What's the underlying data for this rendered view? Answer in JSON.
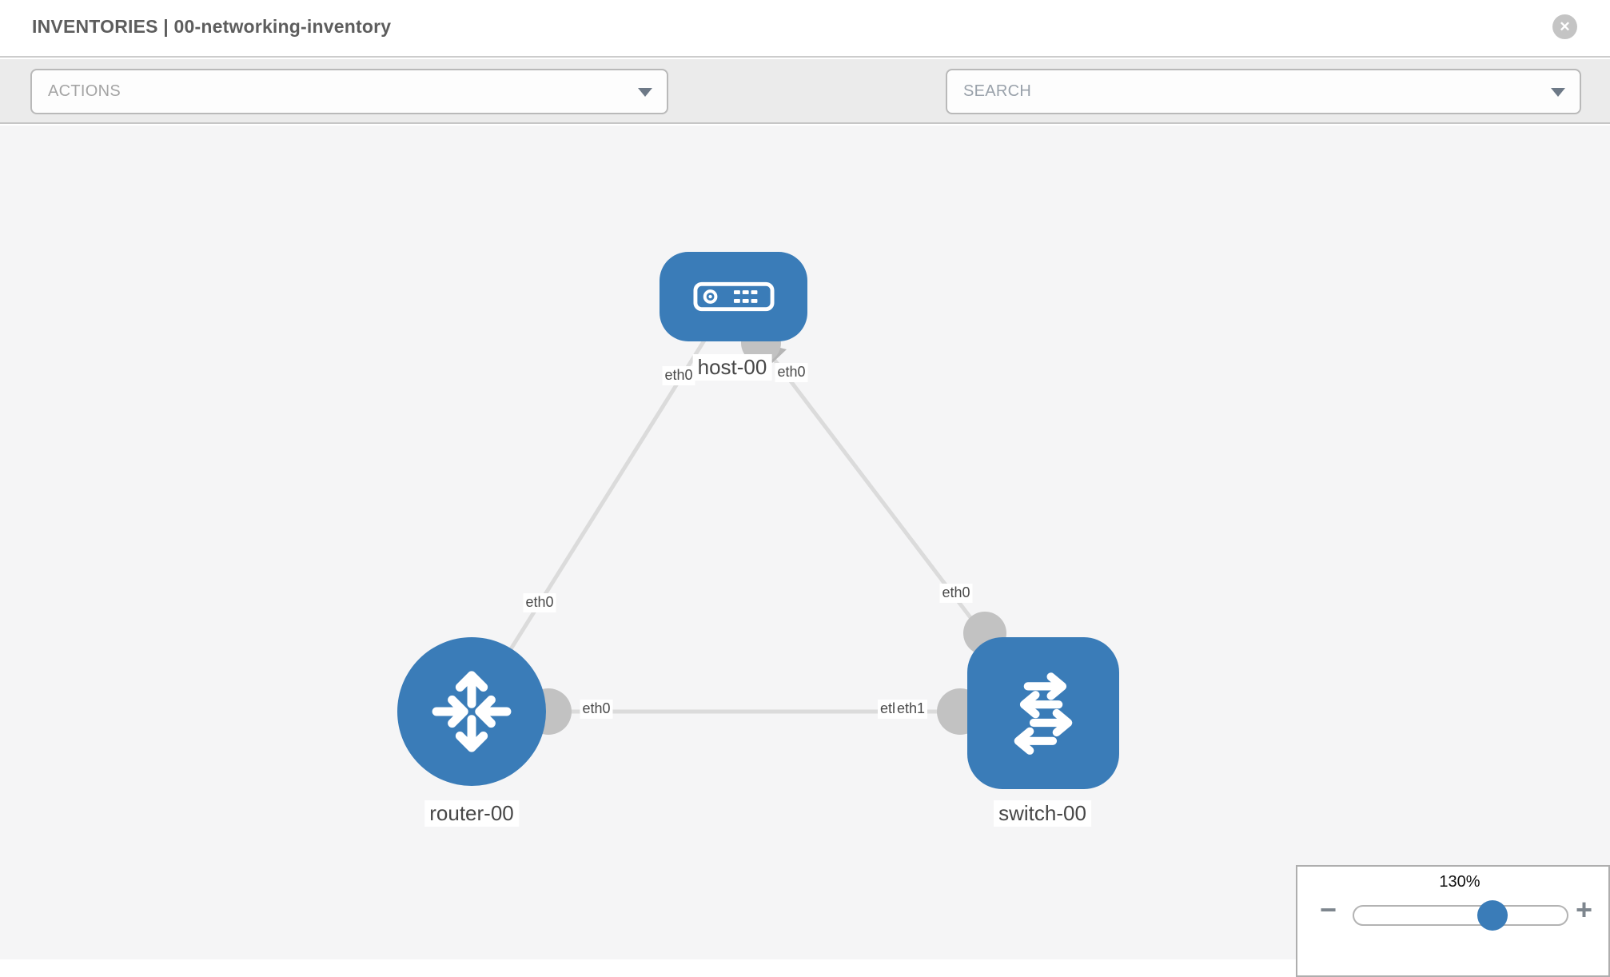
{
  "header": {
    "title": "INVENTORIES | 00-networking-inventory",
    "close_label": "✕"
  },
  "toolbar": {
    "actions": {
      "label": "ACTIONS"
    },
    "search": {
      "placeholder": "SEARCH"
    },
    "icons": [
      "wrench-icon",
      "key-icon"
    ]
  },
  "topology": {
    "nodes": [
      {
        "id": "host-00",
        "label": "host-00",
        "type": "host"
      },
      {
        "id": "router-00",
        "label": "router-00",
        "type": "router"
      },
      {
        "id": "switch-00",
        "label": "switch-00",
        "type": "switch"
      }
    ],
    "links": [
      {
        "source": "router-00",
        "target": "host-00"
      },
      {
        "source": "switch-00",
        "target": "host-00"
      },
      {
        "source": "router-00",
        "target": "switch-00"
      }
    ],
    "interface_labels": [
      {
        "text": "eth0",
        "position": "host-side-of-router-link"
      },
      {
        "text": "eth0",
        "position": "host-side-of-switch-link"
      },
      {
        "text": "eth0",
        "position": "router-side-of-host-link"
      },
      {
        "text": "eth0",
        "position": "switch-side-of-host-link"
      },
      {
        "text": "eth0",
        "position": "router-side-of-switch-link"
      },
      {
        "text": "eth1",
        "position": "switch-side-of-router-link-under"
      },
      {
        "text": "eth1",
        "position": "switch-side-of-router-link"
      }
    ]
  },
  "zoom_control": {
    "level": "130%",
    "percent": 130,
    "minus_label": "−",
    "plus_label": "+"
  },
  "colors": {
    "node_blue": "#3a7cb8",
    "link_gray": "#dbdbdb",
    "connector_gray": "#c2c2c2",
    "toolbar_bg": "#ebebeb",
    "canvas_bg": "#f5f5f6"
  }
}
